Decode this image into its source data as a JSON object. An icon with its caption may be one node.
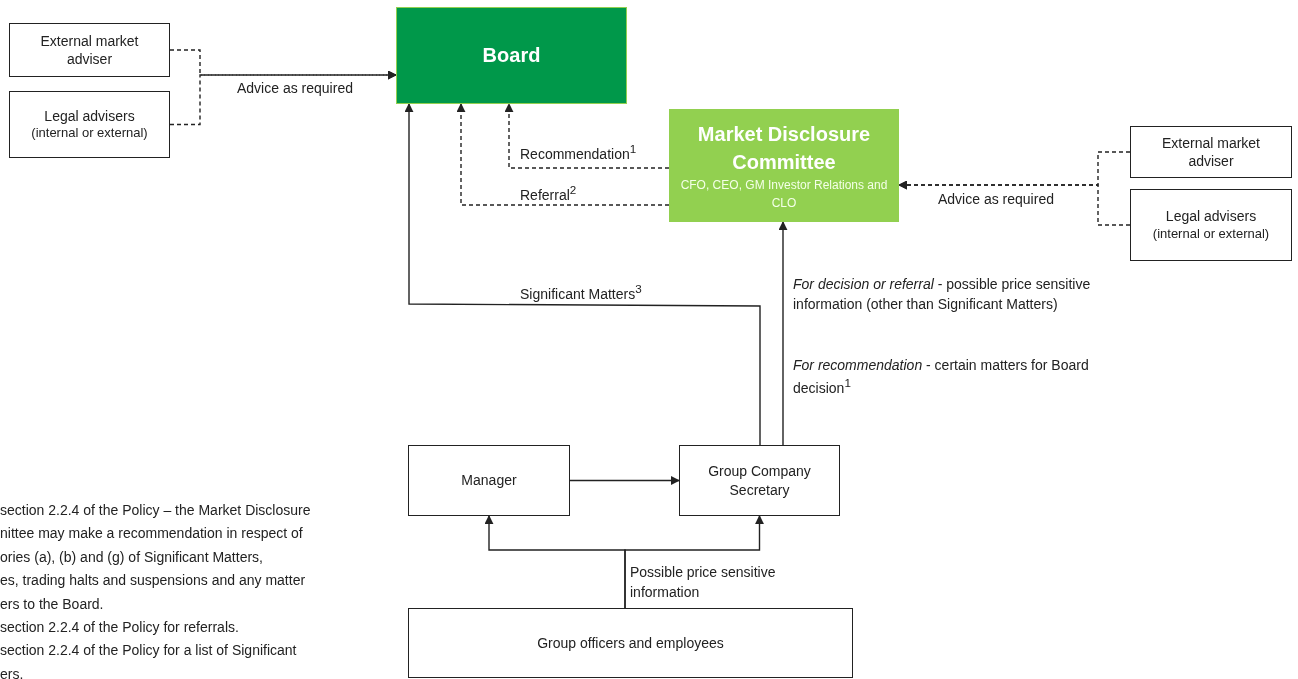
{
  "diagram": {
    "nodes": [
      {
        "text": [
          "External market adviser"
        ]
      },
      {
        "text": [
          "Legal advisers",
          "(internal or external)"
        ]
      },
      {
        "text": [
          "Board"
        ]
      },
      {
        "text": [
          "Market Disclosure Committee",
          "CFO, CEO, GM Investor Relations and CLO"
        ]
      },
      {
        "text": [
          "External market adviser"
        ]
      },
      {
        "text": [
          "Legal advisers",
          "(internal or external)"
        ]
      },
      {
        "text": [
          "Manager"
        ]
      },
      {
        "text": [
          "Group Company Secretary"
        ]
      },
      {
        "text": [
          "Group officers and employees"
        ]
      }
    ],
    "edges": [
      {
        "from": 0,
        "to": 2,
        "arrow": "to",
        "style": "dashed",
        "label": "Advice as required"
      },
      {
        "from": 1,
        "to": 2,
        "arrow": "to",
        "style": "dashed"
      },
      {
        "from": 3,
        "to": 2,
        "arrow": "to",
        "style": "dashed",
        "label": "Recommendation$^{1}$"
      },
      {
        "from": 3,
        "to": 2,
        "arrow": "to",
        "style": "dashed",
        "label": "Referral$^{2}$"
      },
      {
        "from": 4,
        "to": 3,
        "arrow": "to",
        "style": "dashed",
        "label": "Advice as required"
      },
      {
        "from": 5,
        "to": 3,
        "arrow": "to",
        "style": "dashed"
      },
      {
        "from": 7,
        "to": 2,
        "arrow": "to",
        "label": "Significant Matters$^{3}$"
      },
      {
        "from": 7,
        "to": 3,
        "arrow": "to",
        "label": "*For decision or referral* - possible price sensitive information (other than Significant Matters)"
      },
      {
        "from": 6,
        "to": 7,
        "arrow": "to"
      },
      {
        "from": 8,
        "to": 6,
        "arrow": "to",
        "label": "Possible price sensitive information"
      },
      {
        "from": 8,
        "to": 7,
        "arrow": "to"
      }
    ],
    "labels": [
      "*For recommendation* - certain matters for Board decision$^{1}$",
      "section 2.2.4 of the Policy – the Market Disclosure",
      "nittee may make a recommendation in respect of",
      "ories (a), (b) and (g) of Significant Matters,",
      "es, trading halts and suspensions and any matter",
      "ers to the Board.",
      "section 2.2.4 of the Policy for referrals.",
      "section 2.2.4 of the Policy for a list of Significant",
      "ers."
    ]
  }
}
